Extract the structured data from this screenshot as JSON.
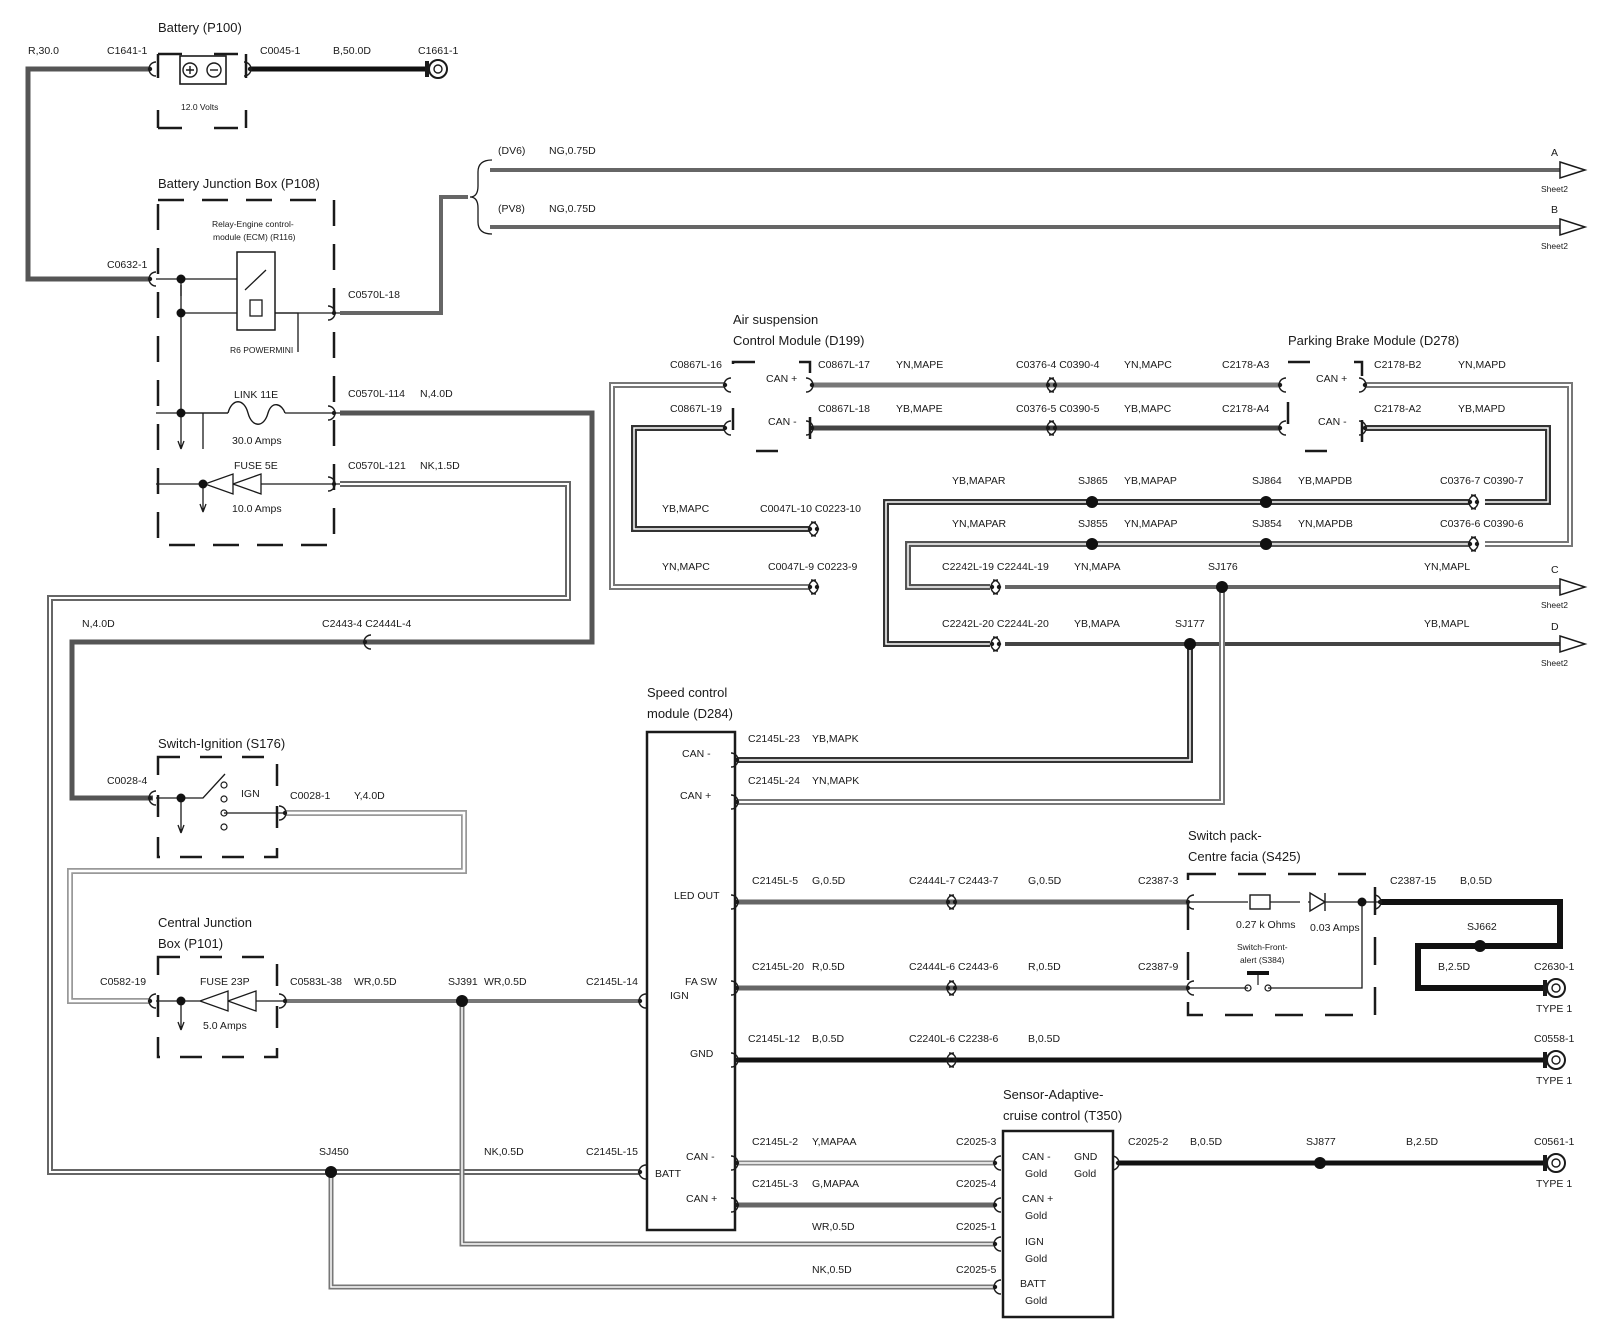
{
  "colors": {
    "ink": "#1a1a1a",
    "wire_dark": "#555555",
    "wire_mid": "#6e6e6e",
    "wire_light": "#a0a0a0",
    "wire_black": "#111111",
    "background": "#ffffff"
  },
  "components": {
    "battery": {
      "title": "Battery (P100)",
      "voltage": "12.0 Volts"
    },
    "bjb": {
      "title": "Battery Junction Box (P108)",
      "relay_l1": "Relay-Engine control-",
      "relay_l2": "module (ECM) (R116)",
      "relay_type": "R6 POWERMINI",
      "link_name": "LINK 11E",
      "link_rating": "30.0 Amps",
      "fuse_name": "FUSE 5E",
      "fuse_rating": "10.0 Amps"
    },
    "ign": {
      "title": "Switch-Ignition (S176)",
      "pos": "IGN"
    },
    "cjb": {
      "title_l1": "Central Junction",
      "title_l2": "Box (P101)",
      "fuse_name": "FUSE 23P",
      "fuse_rating": "5.0 Amps"
    },
    "asm": {
      "title_l1": "Air suspension",
      "title_l2": "Control Module (D199)",
      "pin1": "CAN +",
      "pin2": "CAN -"
    },
    "pbm": {
      "title": "Parking Brake Module (D278)",
      "pin1": "CAN +",
      "pin2": "CAN -"
    },
    "scm": {
      "title_l1": "Speed control",
      "title_l2": "module (D284)",
      "pins": [
        "CAN -",
        "CAN +",
        "LED OUT",
        "FA SW",
        "IGN",
        "GND",
        "CAN -",
        "BATT",
        "CAN +"
      ]
    },
    "sp": {
      "title_l1": "Switch pack-",
      "title_l2": "Centre facia (S425)",
      "res": "0.27 k Ohms",
      "led": "0.03 Amps",
      "sw_l1": "Switch-Front-",
      "sw_l2": "alert (S384)"
    },
    "acc": {
      "title_l1": "Sensor-Adaptive-",
      "title_l2": "cruise control (T350)",
      "pins": [
        "CAN -",
        "Gold",
        "GND",
        "Gold",
        "CAN +",
        "Gold",
        "IGN",
        "Gold",
        "BATT",
        "Gold"
      ]
    }
  },
  "connectors": {
    "c1641": "C1641-1",
    "c0045": "C0045-1",
    "c1661": "C1661-1",
    "c0632": "C0632-1",
    "c0570_18": "C0570L-18",
    "c0570_114": "C0570L-114",
    "c0570_121": "C0570L-121",
    "c2443_4": "C2443-4 C2444L-4",
    "c0028_4": "C0028-4",
    "c0028_1": "C0028-1",
    "c0582": "C0582-19",
    "c0583": "C0583L-38",
    "c0867_16": "C0867L-16",
    "c0867_17": "C0867L-17",
    "c0867_19": "C0867L-19",
    "c0867_18": "C0867L-18",
    "c0376_4": "C0376-4 C0390-4",
    "c0376_5": "C0376-5 C0390-5",
    "c2178_a3": "C2178-A3",
    "c2178_b2": "C2178-B2",
    "c2178_a4": "C2178-A4",
    "c2178_a2": "C2178-A2",
    "c0376_7": "C0376-7 C0390-7",
    "c0376_6": "C0376-6 C0390-6",
    "c0047_10": "C0047L-10 C0223-10",
    "c0047_9": "C0047L-9 C0223-9",
    "c2242_19": "C2242L-19 C2244L-19",
    "c2242_20": "C2242L-20 C2244L-20",
    "c2145_23": "C2145L-23",
    "c2145_24": "C2145L-24",
    "c2145_5": "C2145L-5",
    "c2145_20": "C2145L-20",
    "c2145_14": "C2145L-14",
    "c2145_12": "C2145L-12",
    "c2145_15": "C2145L-15",
    "c2145_2": "C2145L-2",
    "c2145_3": "C2145L-3",
    "c2444_7": "C2444L-7 C2443-7",
    "c2444_6": "C2444L-6 C2443-6",
    "c2240_6": "C2240L-6 C2238-6",
    "c2387_3": "C2387-3",
    "c2387_9": "C2387-9",
    "c2387_15": "C2387-15",
    "c2630": "C2630-1",
    "c0558": "C0558-1",
    "c0561": "C0561-1",
    "c2025_3": "C2025-3",
    "c2025_4": "C2025-4",
    "c2025_1": "C2025-1",
    "c2025_5": "C2025-5",
    "c2025_2": "C2025-2",
    "type1a": "TYPE 1",
    "type1b": "TYPE 1",
    "type1c": "TYPE 1"
  },
  "splices": {
    "sj865": "SJ865",
    "sj864": "SJ864",
    "sj855": "SJ855",
    "sj854": "SJ854",
    "sj176": "SJ176",
    "sj177": "SJ177",
    "sj391": "SJ391",
    "sj450": "SJ450",
    "sj662": "SJ662",
    "sj877": "SJ877"
  },
  "wires": {
    "r30": "R,30.0",
    "b50": "B,50.0D",
    "dv6": "(DV6)",
    "pv8": "(PV8)",
    "ng1": "NG,0.75D",
    "ng2": "NG,0.75D",
    "n40a": "N,4.0D",
    "nk15": "NK,1.5D",
    "n40b": "N,4.0D",
    "y40": "Y,4.0D",
    "wr05a": "WR,0.5D",
    "wr05b": "WR,0.5D",
    "nk05a": "NK,0.5D",
    "ynmape": "YN,MAPE",
    "ybmape": "YB,MAPE",
    "ynmapc1": "YN,MAPC",
    "ybmapc1": "YB,MAPC",
    "ynmapd": "YN,MAPD",
    "ybmapd": "YB,MAPD",
    "ybmapar": "YB,MAPAR",
    "ybmapap": "YB,MAPAP",
    "ybmapdb": "YB,MAPDB",
    "ynmapar": "YN,MAPAR",
    "ynmapap": "YN,MAPAP",
    "ynmapdb": "YN,MAPDB",
    "ybmapc2": "YB,MAPC",
    "ynmapc2": "YN,MAPC",
    "ynmapa": "YN,MAPA",
    "ynmapl": "YN,MAPL",
    "ybmapa": "YB,MAPA",
    "ybmapl": "YB,MAPL",
    "ybmapk": "YB,MAPK",
    "ynmapk": "YN,MAPK",
    "g05a": "G,0.5D",
    "g05b": "G,0.5D",
    "r05a": "R,0.5D",
    "r05b": "R,0.5D",
    "b05a": "B,0.5D",
    "b05b": "B,0.5D",
    "b05c": "B,0.5D",
    "b05d": "B,0.5D",
    "b25a": "B,2.5D",
    "b25b": "B,2.5D",
    "ymapaa": "Y,MAPAA",
    "gmapaa": "G,MAPAA",
    "wr05c": "WR,0.5D",
    "nk05b": "NK,0.5D"
  },
  "offsheet": {
    "a": "A",
    "b": "B",
    "c": "C",
    "d": "D",
    "s_a": "Sheet2",
    "s_b": "Sheet2",
    "s_c": "Sheet2",
    "s_d": "Sheet2"
  }
}
